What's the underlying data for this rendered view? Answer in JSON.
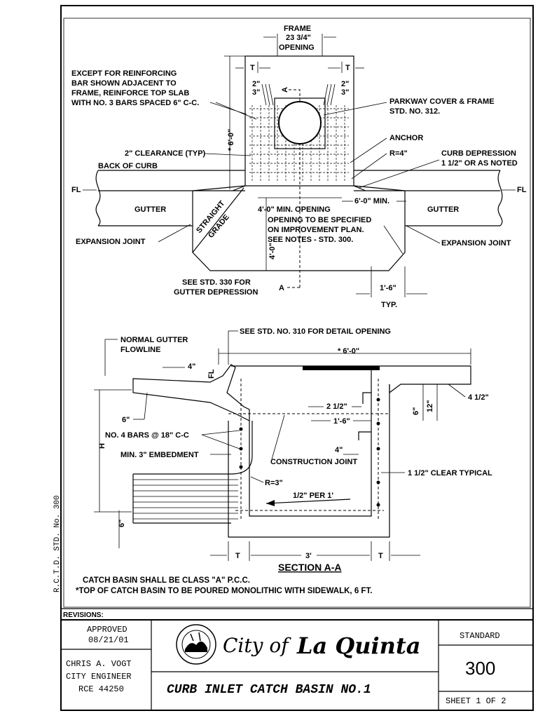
{
  "plan_view": {
    "frame_label_1": "FRAME",
    "frame_label_2": "23 3/4\"",
    "frame_label_3": "OPENING",
    "t_left": "T",
    "t_right": "T",
    "dim_2in_left": "2\"",
    "dim_3in_left": "3\"",
    "dim_2in_right": "2\"",
    "dim_3in_right": "3\"",
    "section_mark_top": "A",
    "section_mark_bottom": "A",
    "reinforce_note_1": "EXCEPT FOR REINFORCING",
    "reinforce_note_2": "BAR SHOWN ADJACENT TO",
    "reinforce_note_3": "FRAME, REINFORCE TOP SLAB",
    "reinforce_note_4": "WITH NO. 3 BARS SPACED 6\" C-C.",
    "parkway_cover_1": "PARKWAY COVER & FRAME",
    "parkway_cover_2": "STD. NO. 312.",
    "anchor": "ANCHOR",
    "radius": "R=4\"",
    "curb_depression_1": "CURB DEPRESSION",
    "curb_depression_2": "1 1/2\" OR AS NOTED",
    "six_foot": "* 6'-0\"",
    "clearance": "2\" CLEARANCE (TYP)",
    "back_of_curb": "BACK OF CURB",
    "fl_left": "FL",
    "fl_right": "FL",
    "gutter_left": "GUTTER",
    "gutter_right": "GUTTER",
    "straight_grade_1": "STRAIGHT",
    "straight_grade_2": "GRADE",
    "six_foot_min": "6'-0\" MIN.",
    "min_opening": "4'-0\" MIN. OPENING",
    "opening_note_1": "OPENING TO BE SPECIFIED",
    "opening_note_2": "ON IMPROVEMENT PLAN.",
    "opening_note_3": "SEE NOTES - STD. 300.",
    "expansion_left": "EXPANSION JOINT",
    "expansion_right": "EXPANSION JOINT",
    "four_foot": "4'-0\"",
    "see_std_330_1": "SEE STD. 330 FOR",
    "see_std_330_2": "GUTTER DEPRESSION",
    "one_six": "1'-6\"",
    "typ": "TYP."
  },
  "section_view": {
    "see_std_310": "SEE STD. NO. 310 FOR DETAIL OPENING",
    "normal_gutter_1": "NORMAL GUTTER",
    "normal_gutter_2": "FLOWLINE",
    "fl": "FL",
    "four_in": "4\"",
    "six_foot": "* 6'-0\"",
    "four_half": "4 1/2\"",
    "two_half": "2 1/2\"",
    "six_in_right": "6\"",
    "twelve_in": "12\"",
    "one_six": "1'-6\"",
    "six_in_left": "6\"",
    "bars": "NO. 4 BARS @ 18\" C-C",
    "h": "H",
    "embedment": "MIN. 3\" EMBEDMENT",
    "four_in_mid": "4\"",
    "construction_joint": "CONSTRUCTION JOINT",
    "clear_typ": "1 1/2\" CLEAR TYPICAL",
    "r3": "R=3\"",
    "slope": "1/2\" PER 1'",
    "six_in_bottom": "6\"",
    "t_left": "T",
    "three_ft": "3'",
    "t_right": "T",
    "title": "SECTION A-A"
  },
  "notes": {
    "note_1": "CATCH BASIN SHALL BE CLASS \"A\" P.C.C.",
    "note_2": "*TOP OF CATCH BASIN TO BE POURED MONOLITHIC WITH SIDEWALK, 6 FT."
  },
  "side_label": "R.C.T.D. STD. No. 300",
  "title_block": {
    "revisions": "REVISIONS:",
    "approved": "APPROVED",
    "approved_date": "08/21/01",
    "engineer_name": "CHRIS A. VOGT",
    "engineer_title": "CITY ENGINEER",
    "rce": "RCE 44250",
    "city_prefix": "City of",
    "city_name": "La Quinta",
    "drawing_title": "CURB INLET CATCH BASIN NO.1",
    "standard_label": "STANDARD",
    "standard_number": "300",
    "sheet": "SHEET 1 OF 2"
  }
}
